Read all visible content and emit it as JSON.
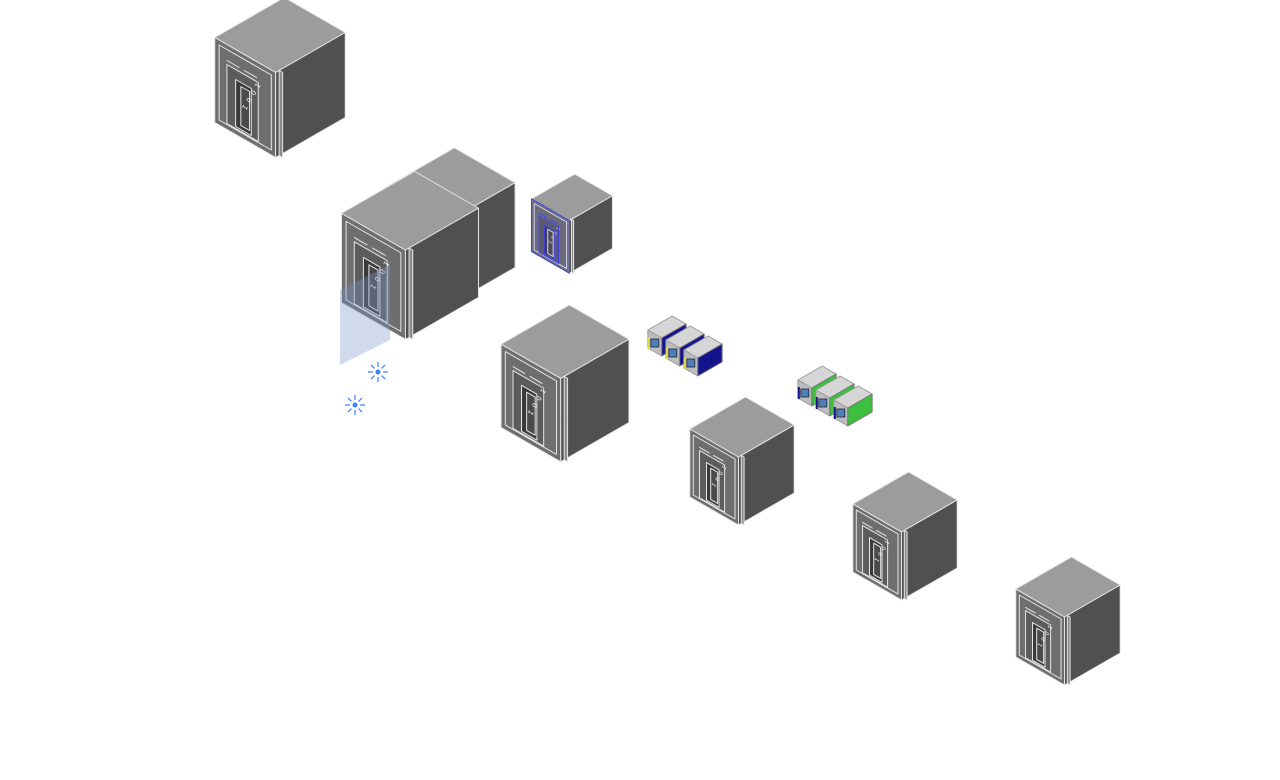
{
  "viewport": {
    "background": "#ffffff"
  },
  "palette": {
    "top": "#9c9c9c",
    "left": "#6e6e6e",
    "right": "#505050",
    "front_panel": "#5c5c5c",
    "edge": "#e6e6e6",
    "dark_line": "#2a2a2a",
    "select_blue": "#3a3ad8",
    "grip_blue": "#3b82f6",
    "acc_navy": "#14148c",
    "acc_green": "#3cbf3c",
    "acc_yellow": "#d9d94a",
    "acc_body": "#d6d6d6",
    "acc_cell": "#4d7fb8"
  },
  "models": [
    {
      "id": "breaker-1",
      "kind": "breaker",
      "selected": false,
      "front_label": "I O O I"
    },
    {
      "id": "breaker-2-double",
      "kind": "breaker-double",
      "selected": false,
      "front_label": "I O O I"
    },
    {
      "id": "breaker-3-highlighted",
      "kind": "breaker",
      "selected": true,
      "front_label": "I O O I"
    },
    {
      "id": "breaker-4",
      "kind": "breaker",
      "selected": false,
      "front_label": "I O O I"
    },
    {
      "id": "accessory-1",
      "kind": "accessory-blue",
      "selected": false
    },
    {
      "id": "accessory-2",
      "kind": "accessory-green",
      "selected": false
    },
    {
      "id": "breaker-5",
      "kind": "breaker",
      "selected": false,
      "front_label": "I O O I"
    },
    {
      "id": "breaker-6",
      "kind": "breaker",
      "selected": false,
      "front_label": "I O O I"
    },
    {
      "id": "breaker-7",
      "kind": "breaker",
      "selected": false,
      "front_label": "I O O I"
    }
  ],
  "snap_markers": [
    {
      "id": "grip-1",
      "kind": "grip-cross"
    },
    {
      "id": "grip-2",
      "kind": "grip-cross"
    }
  ]
}
